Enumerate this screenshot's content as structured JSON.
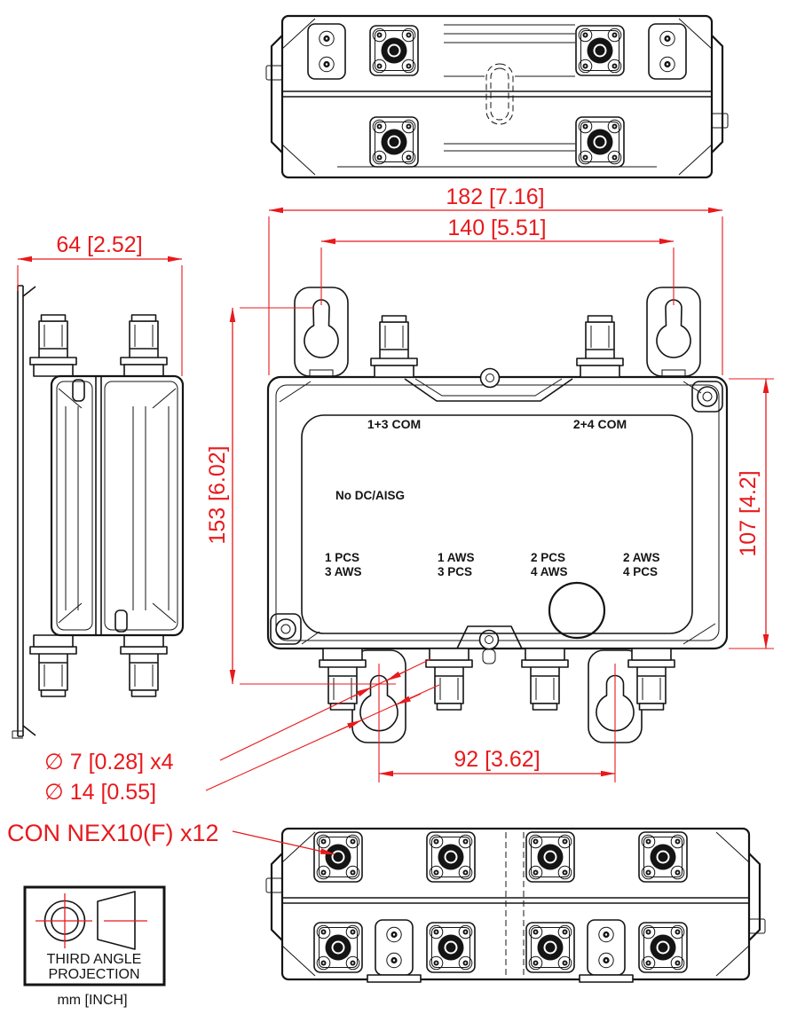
{
  "drawing": {
    "dimensions": {
      "overall_width": "182 [7.16]",
      "mount_spacing_top": "140 [5.51]",
      "depth": "64 [2.52]",
      "mount_height": "153 [6.02]",
      "body_height": "107 [4.2]",
      "mount_spacing_bottom": "92 [3.62]",
      "mount_hole_small": "∅ 7 [0.28] x4",
      "mount_hole_large": "∅ 14 [0.55]"
    },
    "callouts": {
      "connector_note": "CON NEX10(F) x12"
    },
    "panel": {
      "com_left": "1+3 COM",
      "com_right": "2+4 COM",
      "aisg_note": "No DC/AISG",
      "ports": [
        {
          "line1": "1 PCS",
          "line2": "3 AWS"
        },
        {
          "line1": "1 AWS",
          "line2": "3 PCS"
        },
        {
          "line1": "2 PCS",
          "line2": "4 AWS"
        },
        {
          "line1": "2 AWS",
          "line2": "4 PCS"
        }
      ]
    },
    "title_block": {
      "projection_line1": "THIRD ANGLE",
      "projection_line2": "PROJECTION",
      "units": "mm [INCH]"
    },
    "colors": {
      "dimension_red": "#e8191c",
      "line_black": "#141414",
      "background": "#ffffff"
    }
  }
}
